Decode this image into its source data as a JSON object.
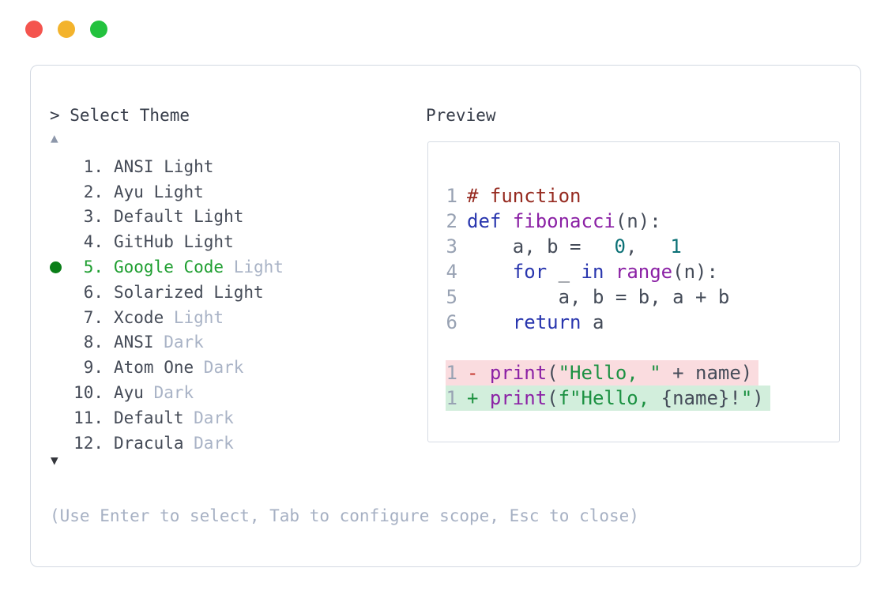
{
  "window": {
    "traffic_lights": [
      {
        "name": "close",
        "color": "#f4544e"
      },
      {
        "name": "minimize",
        "color": "#f3b32c"
      },
      {
        "name": "zoom",
        "color": "#23c23e"
      }
    ]
  },
  "dialog": {
    "title": "> Select Theme",
    "preview_label": "Preview",
    "scroll_up_symbol": "▲",
    "scroll_down_symbol": "▼",
    "footer_hint": "(Use Enter to select, Tab to configure scope, Esc to close)",
    "list": {
      "items": [
        {
          "num": "1.",
          "name": "ANSI Light",
          "variant": "",
          "selected": false
        },
        {
          "num": "2.",
          "name": "Ayu Light",
          "variant": "",
          "selected": false
        },
        {
          "num": "3.",
          "name": "Default Light",
          "variant": "",
          "selected": false
        },
        {
          "num": "4.",
          "name": "GitHub Light",
          "variant": "",
          "selected": false
        },
        {
          "num": "5.",
          "name": "Google Code",
          "variant": "Light",
          "selected": true
        },
        {
          "num": "6.",
          "name": "Solarized Light",
          "variant": "",
          "selected": false
        },
        {
          "num": "7.",
          "name": "Xcode",
          "variant": "Light",
          "selected": false
        },
        {
          "num": "8.",
          "name": "ANSI",
          "variant": "Dark",
          "selected": false
        },
        {
          "num": "9.",
          "name": "Atom One",
          "variant": "Dark",
          "selected": false
        },
        {
          "num": "10.",
          "name": "Ayu",
          "variant": "Dark",
          "selected": false
        },
        {
          "num": "11.",
          "name": "Default",
          "variant": "Dark",
          "selected": false
        },
        {
          "num": "12.",
          "name": "Dracula",
          "variant": "Dark",
          "selected": false
        }
      ]
    },
    "preview": {
      "lines": [
        {
          "n": "1",
          "diff": null,
          "tokens": [
            [
              "# function",
              "com"
            ]
          ]
        },
        {
          "n": "2",
          "diff": null,
          "tokens": [
            [
              "def",
              "kw"
            ],
            [
              " ",
              "plain"
            ],
            [
              "fibonacci",
              "fn"
            ],
            [
              "(n):",
              "plain"
            ]
          ]
        },
        {
          "n": "3",
          "diff": null,
          "tokens": [
            [
              "    a, b = ",
              "plain"
            ],
            [
              "0",
              "num"
            ],
            [
              ", ",
              "plain"
            ],
            [
              "1",
              "num"
            ]
          ]
        },
        {
          "n": "4",
          "diff": null,
          "tokens": [
            [
              "    ",
              "plain"
            ],
            [
              "for",
              "kw"
            ],
            [
              " _ ",
              "plain"
            ],
            [
              "in",
              "kw"
            ],
            [
              " ",
              "plain"
            ],
            [
              "range",
              "fn"
            ],
            [
              "(n):",
              "plain"
            ]
          ]
        },
        {
          "n": "5",
          "diff": null,
          "tokens": [
            [
              "        a, b = b, a + b",
              "plain"
            ]
          ]
        },
        {
          "n": "6",
          "diff": null,
          "tokens": [
            [
              "    ",
              "plain"
            ],
            [
              "return",
              "kw"
            ],
            [
              " a",
              "plain"
            ]
          ]
        },
        {
          "n": "",
          "diff": null,
          "tokens": []
        },
        {
          "n": "1",
          "diff": "del",
          "tokens": [
            [
              "- ",
              "minus"
            ],
            [
              "print",
              "fn"
            ],
            [
              "(",
              "plain"
            ],
            [
              "\"Hello, \"",
              "str"
            ],
            [
              " + name)",
              "plain"
            ]
          ]
        },
        {
          "n": "1",
          "diff": "ins",
          "tokens": [
            [
              "+ ",
              "plus"
            ],
            [
              "print",
              "fn"
            ],
            [
              "(",
              "plain"
            ],
            [
              "f\"Hello, ",
              "str"
            ],
            [
              "{name}!",
              "plain"
            ],
            [
              "\"",
              "str"
            ],
            [
              ")",
              "plain"
            ]
          ]
        }
      ]
    }
  },
  "colors": {
    "panel_border": "#d3d9e2",
    "preview_border": "#d6dbe4",
    "list_text": "#454b57",
    "muted_text": "#a9b3c6",
    "selected_green": "#1e9e30",
    "selected_bullet": "#0a7e18",
    "footer_text": "#a6b0c3",
    "gutter_number": "#98a2b3",
    "code_plain": "#454c59",
    "code_keyword": "#2936ae",
    "code_function": "#8b21a5",
    "code_comment": "#962b21",
    "code_number": "#0c7176",
    "code_string": "#1c9142",
    "diff_minus": "#c4342a",
    "diff_plus": "#1d9140",
    "diff_del_bg": "#fadcdf",
    "diff_ins_bg": "#d2eedc"
  }
}
